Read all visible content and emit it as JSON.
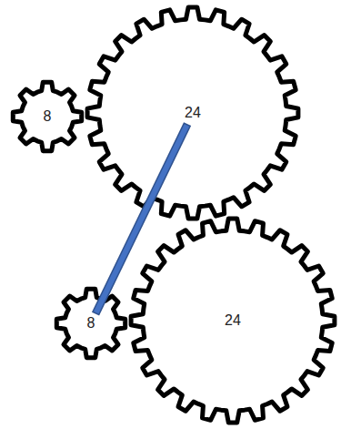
{
  "diagram": {
    "nodes": [
      {
        "text": [
          "8"
        ]
      },
      {
        "text": [
          "24"
        ]
      },
      {
        "text": [
          "8"
        ]
      },
      {
        "text": [
          "24"
        ]
      }
    ],
    "edges": [
      {
        "from": 1,
        "to": 2,
        "arrow": "none"
      }
    ]
  }
}
